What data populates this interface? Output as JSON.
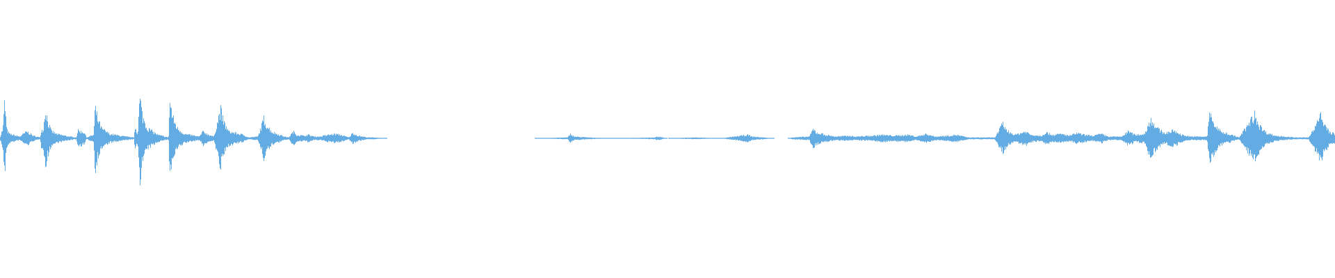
{
  "waveform": {
    "color": "#62abe3",
    "background": "#ffffff",
    "peaks": [
      [
        0.0,
        0.02
      ],
      [
        0.2,
        0.12
      ],
      [
        0.33,
        0.44
      ],
      [
        0.48,
        0.1
      ],
      [
        0.7,
        0.05
      ],
      [
        1.45,
        0.02
      ],
      [
        2.0,
        0.08
      ],
      [
        2.45,
        0.03
      ],
      [
        3.0,
        0.01
      ],
      [
        3.05,
        0.1
      ],
      [
        3.22,
        0.1
      ],
      [
        3.38,
        0.35
      ],
      [
        3.55,
        0.2
      ],
      [
        3.8,
        0.09
      ],
      [
        4.2,
        0.05
      ],
      [
        5.2,
        0.02
      ],
      [
        5.7,
        0.01
      ],
      [
        5.8,
        0.09
      ],
      [
        6.3,
        0.07
      ],
      [
        6.45,
        0.01
      ],
      [
        7.0,
        0.04
      ],
      [
        7.1,
        0.36
      ],
      [
        7.3,
        0.22
      ],
      [
        7.6,
        0.11
      ],
      [
        8.2,
        0.05
      ],
      [
        9.4,
        0.02
      ],
      [
        10.0,
        0.01
      ],
      [
        10.1,
        0.14
      ],
      [
        10.3,
        0.05
      ],
      [
        10.45,
        0.48
      ],
      [
        10.65,
        0.26
      ],
      [
        11.0,
        0.12
      ],
      [
        11.8,
        0.04
      ],
      [
        12.6,
        0.01
      ],
      [
        12.7,
        0.44
      ],
      [
        12.9,
        0.25
      ],
      [
        13.25,
        0.12
      ],
      [
        13.8,
        0.05
      ],
      [
        14.9,
        0.02
      ],
      [
        15.2,
        0.08
      ],
      [
        15.5,
        0.05
      ],
      [
        16.0,
        0.02
      ],
      [
        16.5,
        0.34
      ],
      [
        16.7,
        0.2
      ],
      [
        17.1,
        0.08
      ],
      [
        18.2,
        0.04
      ],
      [
        18.6,
        0.01
      ],
      [
        19.3,
        0.02
      ],
      [
        19.75,
        0.23
      ],
      [
        19.95,
        0.15
      ],
      [
        20.4,
        0.07
      ],
      [
        21.3,
        0.02
      ],
      [
        21.6,
        0.01
      ],
      [
        21.95,
        0.08
      ],
      [
        22.2,
        0.04
      ],
      [
        22.7,
        0.03
      ],
      [
        23.1,
        0.04
      ],
      [
        23.5,
        0.02
      ],
      [
        24.0,
        0.02
      ],
      [
        24.2,
        0.03
      ],
      [
        25.0,
        0.05
      ],
      [
        25.5,
        0.04
      ],
      [
        26.1,
        0.01
      ],
      [
        26.4,
        0.06
      ],
      [
        26.8,
        0.03
      ],
      [
        27.5,
        0.01
      ],
      [
        28.0,
        0.01
      ],
      [
        29.0,
        0.0
      ],
      [
        32.5,
        0.0
      ],
      [
        33.5,
        0.0
      ],
      [
        37.0,
        0.0
      ],
      [
        40.0,
        0.0
      ],
      [
        42.5,
        0.01
      ],
      [
        42.7,
        0.05
      ],
      [
        43.0,
        0.02
      ],
      [
        44.0,
        0.01
      ],
      [
        46.0,
        0.0
      ],
      [
        49.0,
        0.01
      ],
      [
        49.2,
        0.02
      ],
      [
        50.0,
        0.0
      ],
      [
        52.0,
        0.01
      ],
      [
        54.0,
        0.0
      ],
      [
        56.0,
        0.04
      ],
      [
        56.3,
        0.02
      ],
      [
        58.0,
        0.0
      ],
      [
        59.0,
        0.0
      ],
      [
        59.3,
        0.01
      ],
      [
        60.6,
        0.02
      ],
      [
        60.9,
        0.11
      ],
      [
        61.1,
        0.07
      ],
      [
        61.8,
        0.04
      ],
      [
        62.6,
        0.02
      ],
      [
        63.6,
        0.03
      ],
      [
        64.0,
        0.02
      ],
      [
        65.4,
        0.03
      ],
      [
        66.0,
        0.04
      ],
      [
        67.0,
        0.03
      ],
      [
        68.0,
        0.04
      ],
      [
        68.6,
        0.02
      ],
      [
        69.4,
        0.05
      ],
      [
        70.0,
        0.02
      ],
      [
        71.0,
        0.03
      ],
      [
        71.6,
        0.04
      ],
      [
        72.5,
        0.01
      ],
      [
        73.5,
        0.01
      ],
      [
        74.5,
        0.01
      ],
      [
        75.1,
        0.17
      ],
      [
        75.4,
        0.09
      ],
      [
        76.0,
        0.04
      ],
      [
        76.8,
        0.08
      ],
      [
        77.2,
        0.04
      ],
      [
        78.0,
        0.03
      ],
      [
        78.3,
        0.07
      ],
      [
        78.8,
        0.04
      ],
      [
        79.5,
        0.05
      ],
      [
        80.1,
        0.03
      ],
      [
        80.6,
        0.06
      ],
      [
        81.2,
        0.04
      ],
      [
        81.8,
        0.03
      ],
      [
        82.5,
        0.05
      ],
      [
        83.0,
        0.02
      ],
      [
        84.0,
        0.02
      ],
      [
        84.5,
        0.08
      ],
      [
        85.0,
        0.04
      ],
      [
        85.7,
        0.05
      ],
      [
        86.2,
        0.23
      ],
      [
        86.6,
        0.12
      ],
      [
        87.2,
        0.06
      ],
      [
        87.9,
        0.09
      ],
      [
        88.5,
        0.04
      ],
      [
        89.2,
        0.02
      ],
      [
        90.4,
        0.02
      ],
      [
        90.6,
        0.31
      ],
      [
        90.9,
        0.17
      ],
      [
        91.4,
        0.08
      ],
      [
        92.2,
        0.04
      ],
      [
        92.8,
        0.01
      ],
      [
        94.0,
        0.28
      ],
      [
        94.3,
        0.15
      ],
      [
        94.8,
        0.07
      ],
      [
        95.5,
        0.03
      ],
      [
        97.0,
        0.01
      ],
      [
        97.7,
        0.01
      ],
      [
        98.0,
        0.01
      ],
      [
        98.9,
        0.26
      ],
      [
        99.2,
        0.15
      ],
      [
        99.6,
        0.07
      ],
      [
        100.0,
        0.05
      ]
    ]
  }
}
